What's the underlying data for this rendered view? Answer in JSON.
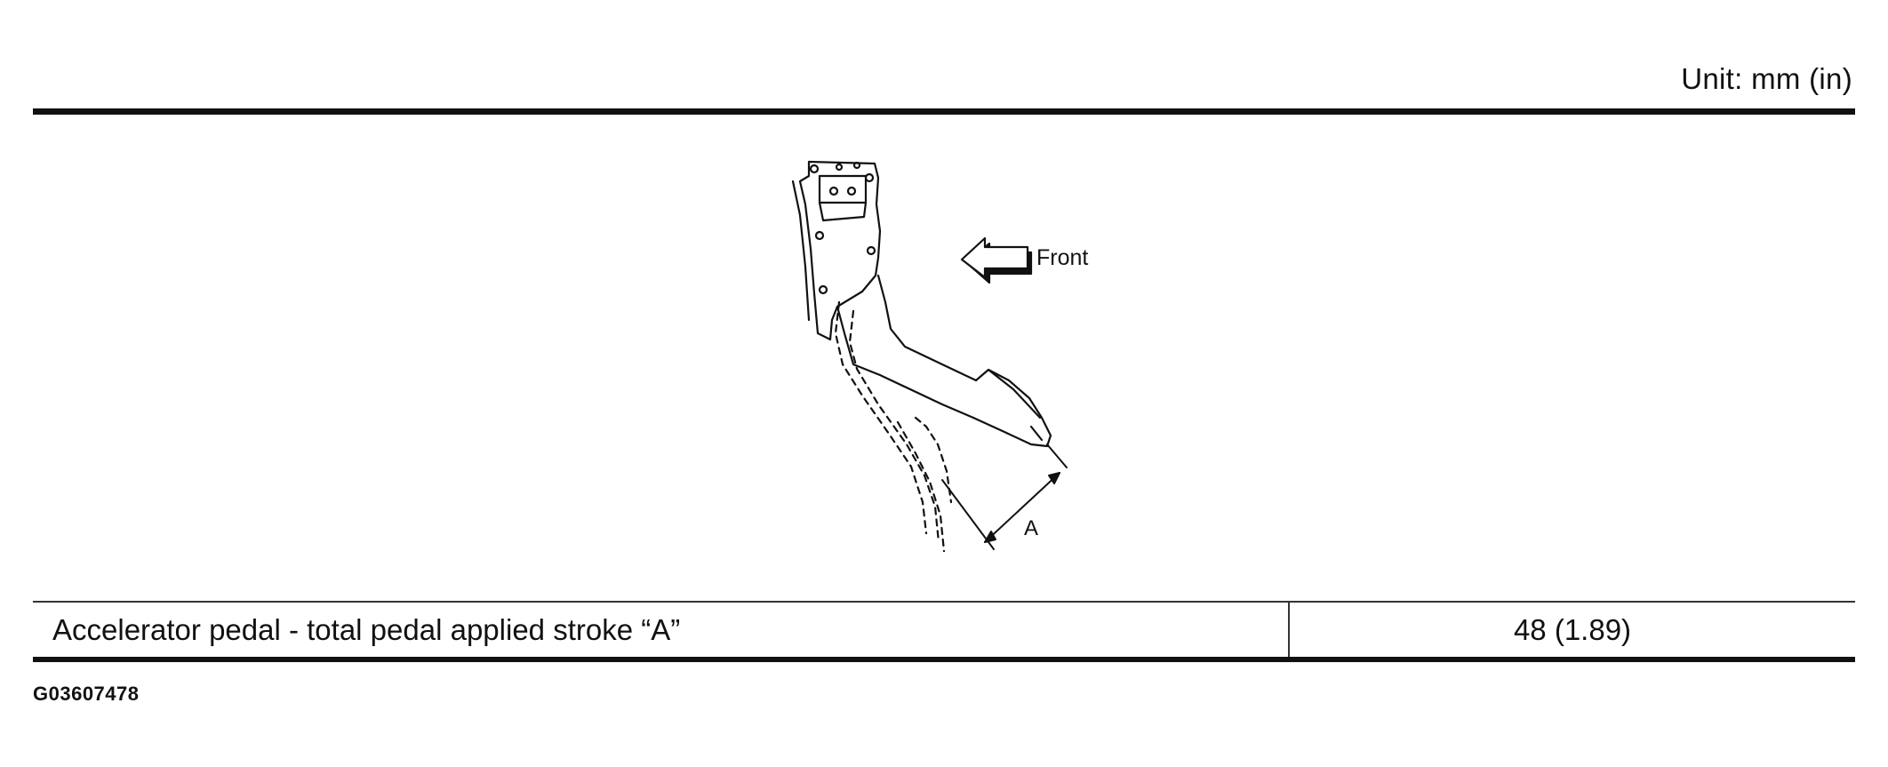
{
  "header": {
    "unit_label": "Unit: mm (in)"
  },
  "figure": {
    "front_label": "Front",
    "dimension_label": "A"
  },
  "spec_table": {
    "rows": [
      {
        "description": "Accelerator pedal - total pedal applied stroke “A”",
        "value": "48 (1.89)"
      }
    ]
  },
  "footer": {
    "figure_code": "G03607478"
  }
}
